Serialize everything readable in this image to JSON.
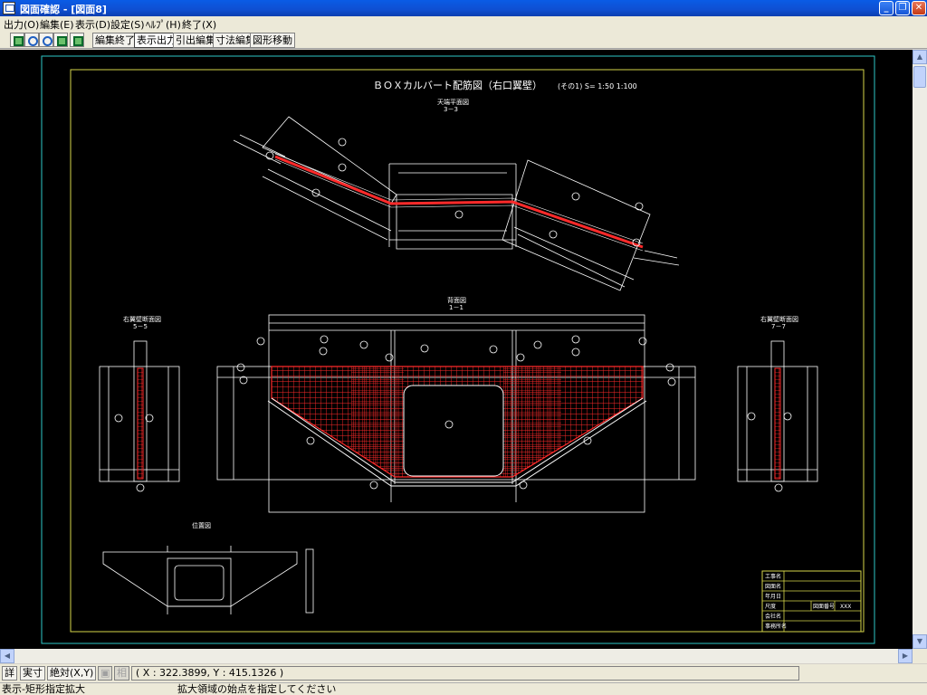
{
  "window": {
    "title": "図面確認 - [図面8]",
    "minimize": "_",
    "restore": "❐",
    "close": "✕"
  },
  "menu": [
    {
      "label": "出力(O)"
    },
    {
      "label": "編集(E)"
    },
    {
      "label": "表示(D)"
    },
    {
      "label": "設定(S)"
    },
    {
      "label": "ﾍﾙﾌﾟ(H)"
    },
    {
      "label": "終了(X)"
    }
  ],
  "toolbar": {
    "icons": [
      "select-icon",
      "zoom-in-icon",
      "zoom-out-icon",
      "fit-icon",
      "layer-icon"
    ],
    "buttons": [
      "編集終了",
      "表示出力",
      "引出編集",
      "寸法編集",
      "図形移動"
    ]
  },
  "drawing": {
    "title": "ＢＯＸカルバート配筋図（右口翼壁）",
    "sheet_info": "(その1)   S=  1:50  1:100",
    "plan_view_label": "天端平面図",
    "plan_view_section": "3－3",
    "front_view_label": "背面図",
    "front_view_section": "1－1",
    "left_section_label": "右翼壁断面図",
    "left_section_id": "5－5",
    "right_section_label": "右翼壁断面図",
    "right_section_id": "7－7",
    "location_label": "位置図",
    "title_block": {
      "rows": [
        "工事名",
        "図面名",
        "年月日",
        "尺度",
        "会社名",
        "事務所名"
      ],
      "drawing_number_label": "図面番号",
      "drawing_number_value": "XXX"
    },
    "colors": {
      "rebar": "#ff2a2a",
      "lines": "#ffffff",
      "frame": "#d6d64a",
      "border": "#2ec8c8"
    }
  },
  "coords": {
    "btn_detail": "詳",
    "btn_actual": "実寸",
    "btn_absolute": "絶対(X,Y)",
    "btn_disabled1": "▣",
    "btn_disabled2": "相",
    "readout": "( X : 322.3899, Y : 415.1326 )"
  },
  "status": {
    "mode": "表示-矩形指定拡大",
    "message": "拡大領域の始点を指定してください"
  }
}
